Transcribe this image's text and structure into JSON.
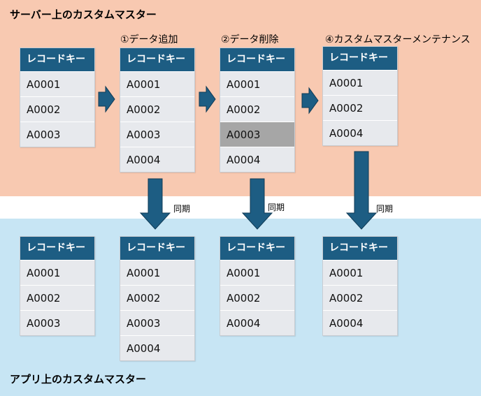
{
  "server_title": "サーバー上のカスタムマスター",
  "app_title": "アプリ上のカスタムマスター",
  "steps": {
    "add": "①データ追加",
    "delete": "②データ削除",
    "maintenance": "④カスタムマスターメンテナンス"
  },
  "sync_label": "同期",
  "header": "レコードキー",
  "server_tables": {
    "initial": [
      "A0001",
      "A0002",
      "A0003"
    ],
    "add": [
      "A0001",
      "A0002",
      "A0003",
      "A0004"
    ],
    "delete": [
      "A0001",
      "A0002",
      "A0003",
      "A0004"
    ],
    "maintenance": [
      "A0001",
      "A0002",
      "A0004"
    ]
  },
  "app_tables": {
    "initial": [
      "A0001",
      "A0002",
      "A0003"
    ],
    "add": [
      "A0001",
      "A0002",
      "A0003",
      "A0004"
    ],
    "delete": [
      "A0001",
      "A0002",
      "A0004"
    ],
    "maintenance": [
      "A0001",
      "A0002",
      "A0004"
    ]
  },
  "colors": {
    "server_band": "#f8c9b1",
    "app_band": "#c7e5f4",
    "table_header": "#1d5d83",
    "arrow": "#1d5d83",
    "deleted_row": "#a6a6a6"
  }
}
